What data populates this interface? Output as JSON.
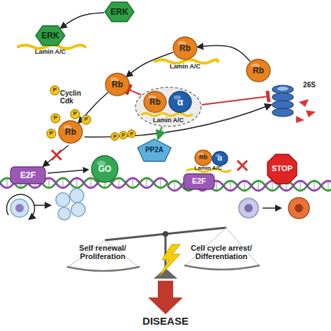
{
  "diagram": {
    "nodes": [
      {
        "text": [
          "ERK"
        ]
      },
      {
        "text": [
          "ERK"
        ]
      },
      {
        "text": [
          "Rb"
        ]
      },
      {
        "text": [
          "Rb"
        ]
      },
      {
        "text": [
          "P"
        ]
      },
      {
        "text": [
          "Rb"
        ]
      },
      {
        "text": [
          "P"
        ]
      },
      {
        "text": [
          "P"
        ]
      },
      {
        "text": [
          "P"
        ]
      },
      {
        "text": [
          "P"
        ]
      },
      {
        "text": [
          "Lamin A/C"
        ]
      },
      {
        "text": [
          "Rb"
        ],
        "in": 10
      },
      {
        "text": [
          "α"
        ],
        "in": 10
      },
      {
        "text": [
          "Rb"
        ]
      },
      {
        "text": [
          "P"
        ]
      },
      {
        "text": [
          "P"
        ]
      },
      {
        "text": [
          "P"
        ]
      },
      {
        "text": [
          "PP2A"
        ]
      },
      {
        "text": [
          "E2F"
        ]
      },
      {
        "text": [
          "GO"
        ]
      },
      {
        "text": [
          "Rb"
        ]
      },
      {
        "text": [
          "α"
        ]
      },
      {
        "text": [
          "E2F"
        ]
      },
      {
        "text": [
          "STOP"
        ]
      }
    ],
    "edges": [
      {
        "from": 0,
        "to": 1,
        "arrow": "to"
      },
      {
        "from": 13,
        "to": 2,
        "arrow": "to"
      },
      {
        "from": 2,
        "to": 3,
        "arrow": "to"
      },
      {
        "from": 3,
        "to": 5,
        "arrow": "to"
      },
      {
        "from": 10,
        "to": 3,
        "arrow": "none"
      },
      {
        "from": 10,
        "to": 17,
        "arrow": "to"
      }
    ],
    "labels": [
      "Lamin A/C",
      "Lamin A/C",
      "Cyclin Cdk",
      "26S",
      "Lamin A/C",
      "Self renewal/ Proliferation",
      "Cell cycle arrest/ Differentiation",
      "DISEASE"
    ]
  }
}
